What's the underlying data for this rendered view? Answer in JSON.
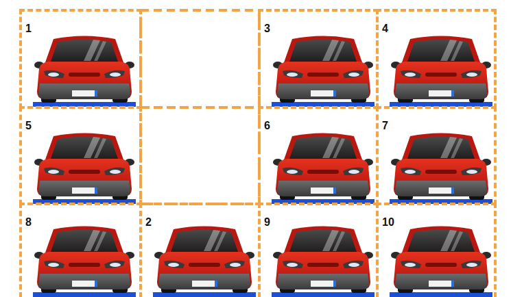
{
  "diagram": {
    "nodes": [
      {
        "text": [
          "1"
        ]
      },
      {
        "text": [
          "3"
        ]
      },
      {
        "text": [
          "4"
        ]
      },
      {
        "text": [
          "5"
        ]
      },
      {
        "text": [
          "6"
        ]
      },
      {
        "text": [
          "7"
        ]
      },
      {
        "text": [
          "8"
        ]
      },
      {
        "text": [
          "2"
        ]
      },
      {
        "text": [
          "9"
        ]
      },
      {
        "text": [
          "10"
        ]
      }
    ]
  }
}
